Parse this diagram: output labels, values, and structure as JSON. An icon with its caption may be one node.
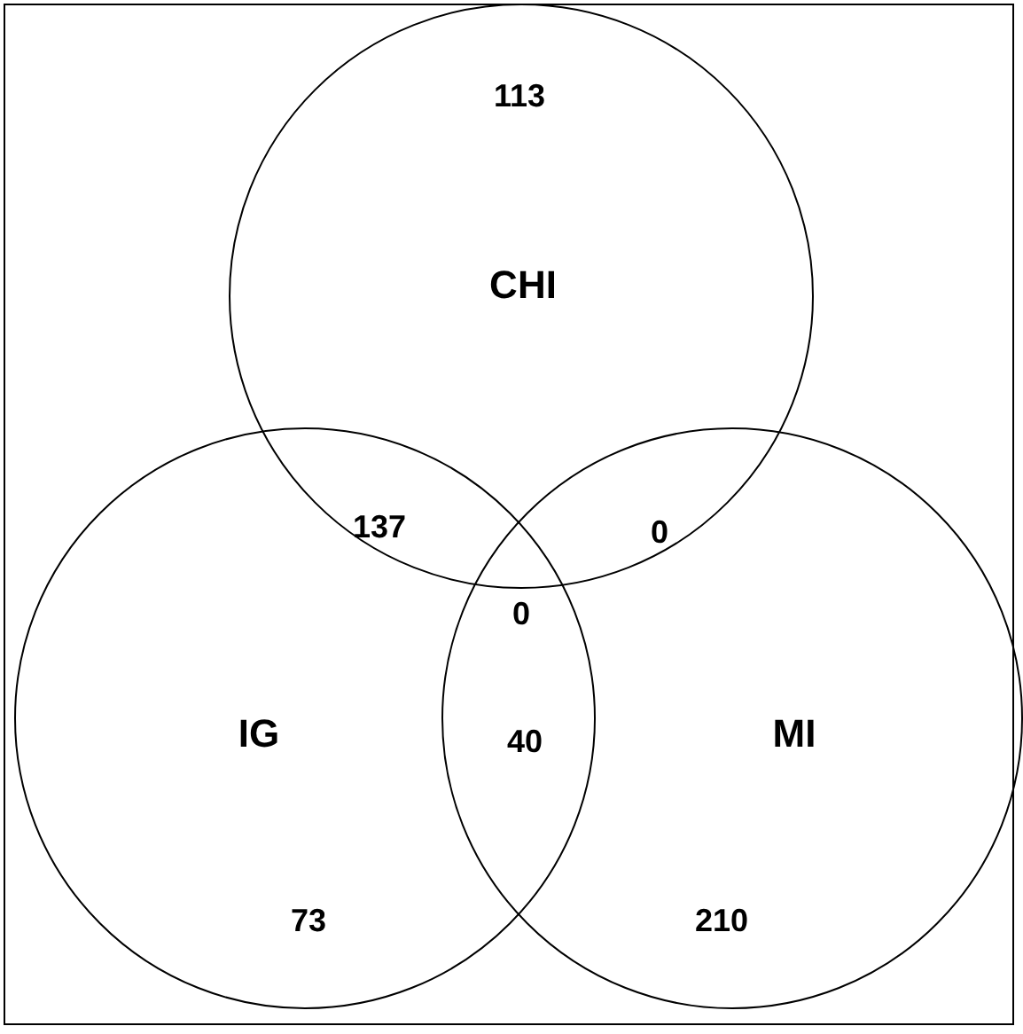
{
  "diagram": {
    "nodes": [
      {
        "text": [
          "CHI"
        ]
      },
      {
        "text": [
          "IG"
        ]
      },
      {
        "text": [
          "MI"
        ]
      }
    ],
    "labels": [
      "113",
      "137",
      "0",
      "0",
      "40",
      "73",
      "210"
    ]
  }
}
